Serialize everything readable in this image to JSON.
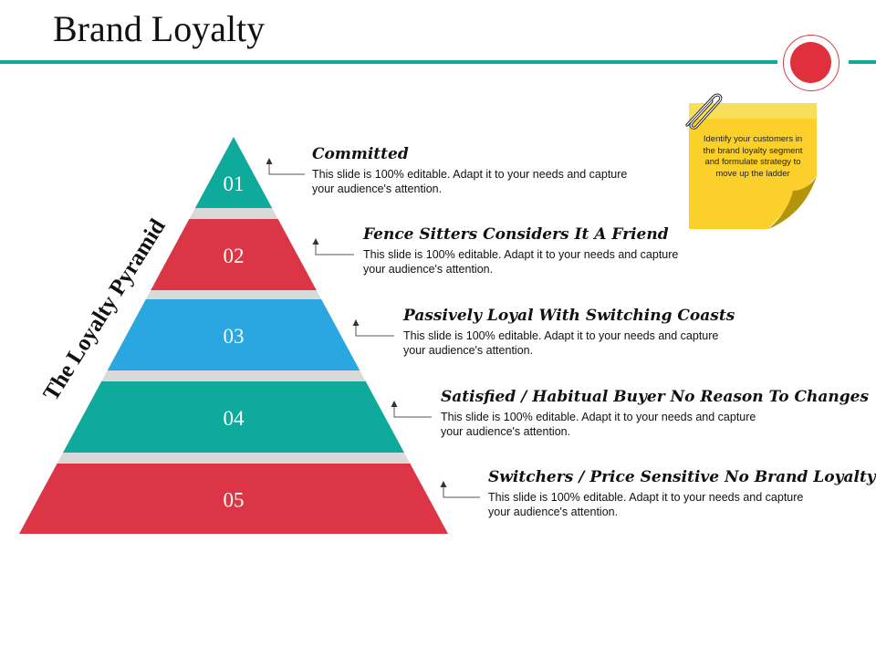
{
  "title": "Brand Loyalty",
  "colors": {
    "teal": "#0eab9c",
    "red": "#dc3545",
    "blue": "#2aa7e1",
    "gray": "#d9d9d9",
    "note_yellow": "#fcd02a",
    "note_fold": "#b3940a",
    "accent_dot": "#e0303e"
  },
  "pyramid": {
    "label": "The Loyalty Pyramid",
    "levels": [
      {
        "number": "01",
        "color": "teal",
        "title": "Committed",
        "description": "This slide is 100% editable. Adapt it to your needs and capture your audience's attention."
      },
      {
        "number": "02",
        "color": "red",
        "title": "Fence Sitters Considers It A Friend",
        "description": "This slide is 100% editable. Adapt it to your needs and capture your audience's attention."
      },
      {
        "number": "03",
        "color": "blue",
        "title": "Passively Loyal With Switching Coasts",
        "description": "This slide is 100% editable. Adapt it to your needs and capture your audience's attention."
      },
      {
        "number": "04",
        "color": "teal",
        "title": "Satisfied / Habitual Buyer No Reason To Changes",
        "description": "This slide is 100% editable. Adapt it to your needs and capture your audience's attention."
      },
      {
        "number": "05",
        "color": "red",
        "title": "Switchers / Price Sensitive No Brand Loyalty",
        "description": "This slide is 100% editable. Adapt it to your needs and capture your audience's attention."
      }
    ]
  },
  "note": {
    "text": "Identify your customers in the brand loyalty segment and formulate strategy to move up the ladder",
    "icon": "paperclip-icon"
  }
}
